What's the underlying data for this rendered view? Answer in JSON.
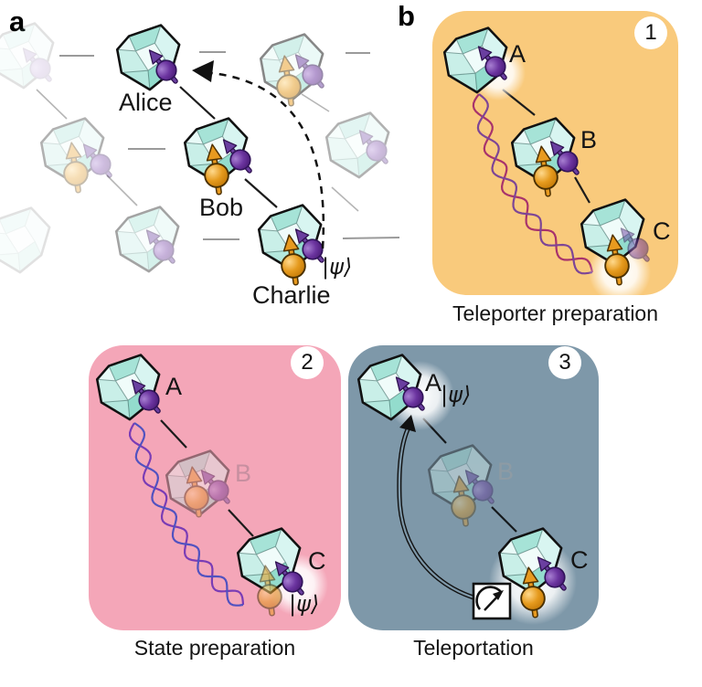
{
  "figure": {
    "panel_a": {
      "label": "a",
      "alice": "Alice",
      "bob": "Bob",
      "charlie": "Charlie",
      "psi": "|ψ⟩"
    },
    "panel_b": {
      "label": "b",
      "steps": [
        {
          "number": "1",
          "caption": "Teleporter preparation",
          "labels": {
            "a": "A",
            "b": "B",
            "c": "C"
          }
        },
        {
          "number": "2",
          "caption": "State preparation",
          "labels": {
            "a": "A",
            "b": "B",
            "c": "C"
          },
          "psi": "|ψ⟩"
        },
        {
          "number": "3",
          "caption": "Teleportation",
          "labels": {
            "a": "A",
            "b": "B",
            "c": "C"
          },
          "psi": "|ψ⟩"
        }
      ]
    },
    "colors": {
      "step1_bg": "#f9ca7c",
      "step2_bg": "#f4a6b8",
      "step3_bg": "#7e98a9",
      "diamond_fill": "#c7efe9",
      "spin_purple": "#5c2a8e",
      "spin_orange": "#e0921c",
      "entanglement_step1": [
        "#a8336c",
        "#7d4596"
      ],
      "entanglement_step2": [
        "#7a3cb5",
        "#5152c0"
      ]
    }
  }
}
